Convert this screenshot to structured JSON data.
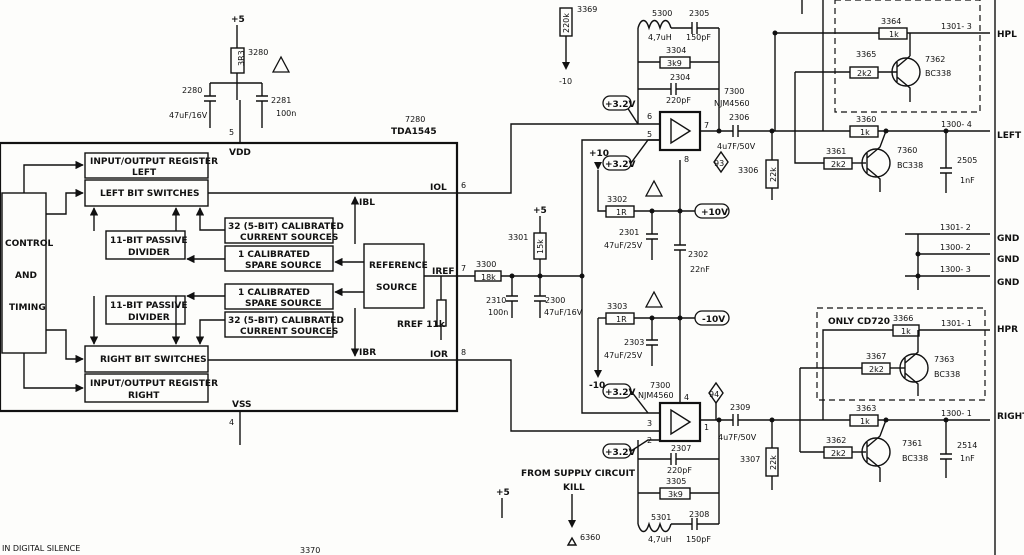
{
  "ic": {
    "ref": "7280",
    "part": "TDA1545",
    "vdd": "VDD",
    "vss": "VSS",
    "pin_vdd": "5",
    "pin_vss": "4",
    "pin_iol": "6",
    "pin_iref": "7",
    "pin_ior": "8",
    "iol": "IOL",
    "ior": "IOR",
    "iref": "IREF",
    "ibl": "IBL",
    "ibr": "IBR",
    "rref": "RREF 11k",
    "control": [
      "CONTROL",
      "AND",
      "TIMING"
    ],
    "io_left": [
      "INPUT/OUTPUT REGISTER",
      "LEFT"
    ],
    "left_bits": "LEFT BIT SWITCHES",
    "divider_top": [
      "11-BIT PASSIVE",
      "DIVIDER"
    ],
    "divider_bot": [
      "11-BIT PASSIVE",
      "DIVIDER"
    ],
    "cal_top": [
      "32 (5-BIT) CALIBRATED",
      "CURRENT SOURCES"
    ],
    "spare_top": [
      "1 CALIBRATED",
      "SPARE SOURCE"
    ],
    "reference": [
      "REFERENCE",
      "SOURCE"
    ],
    "spare_bot": [
      "1 CALIBRATED",
      "SPARE SOURCE"
    ],
    "cal_bot": [
      "32 (5-BIT) CALIBRATED",
      "CURRENT SOURCES"
    ],
    "right_bits": "RIGHT BIT SWITCHES",
    "io_right": [
      "INPUT/OUTPUT REGISTER",
      "RIGHT"
    ]
  },
  "supply": {
    "plus5": "+5",
    "r3280": "3280",
    "r3280_val": "3R3",
    "c2280": "2280",
    "c2280_val": "47uF/16V",
    "c2281": "2281",
    "c2281_val": "100n",
    "plus10": "+10",
    "minus10": "-10",
    "r3369": "3369",
    "r3369_val": "220k",
    "minus10_top": "-10"
  },
  "iref_net": {
    "r3300": "3300",
    "r3300_val": "18k",
    "plus5": "+5",
    "r3301": "3301",
    "r3301_val": "15k",
    "c2310": "2310",
    "c2310_val": "100n",
    "c2300": "2300",
    "c2300_val": "47uF/16V"
  },
  "rails": {
    "r3302": "3302",
    "r3302_val": "1R",
    "c2301": "2301",
    "c2301_val": "47uF/25V",
    "plus10v": "+10V",
    "c2302": "2302",
    "c2302_val": "22nF",
    "r3303": "3303",
    "r3303_val": "1R",
    "c2303": "2303",
    "c2303_val": "47uF/25V",
    "minus10v": "-10V"
  },
  "left_amp": {
    "l5300": "5300",
    "l5300_val": "4,7uH",
    "c2305": "2305",
    "c2305_val": "150pF",
    "r3304": "3304",
    "r3304_val": "3k9",
    "c2304": "2304",
    "c2304_val": "220pF",
    "ref": "7300",
    "part": "NJM4560",
    "pin6": "6",
    "pin5": "5",
    "pin7": "7",
    "pin8": "8",
    "ref32": "+3.2V",
    "ref32b": "+3.2V",
    "node93": "93",
    "c2306": "2306",
    "c2306_val": "4u7F/50V",
    "r3306": "3306",
    "r3306_val": "22k"
  },
  "right_amp": {
    "ref": "7300",
    "part": "NJM4560",
    "pin4": "4",
    "pin3": "3",
    "pin2": "2",
    "pin1": "1",
    "ref32": "+3.2V",
    "ref32b": "+3.2V",
    "node94": "94",
    "c2307": "2307",
    "c2307_val": "220pF",
    "r3305": "3305",
    "r3305_val": "3k9",
    "l5301": "5301",
    "l5301_val": "4,7uH",
    "c2308": "2308",
    "c2308_val": "150pF",
    "c2309": "2309",
    "c2309_val": "4u7F/50V",
    "r3307": "3307",
    "r3307_val": "22k",
    "supply_note": "FROM SUPPLY CIRCUIT",
    "kill": "KILL",
    "plus5": "+5",
    "d6360": "6360",
    "r3370": "3370",
    "silence": "IN DIGITAL SILENCE"
  },
  "outputs": {
    "r3364": "3364",
    "r3364_val": "1k",
    "hpl_conn": "1301- 3",
    "hpl": "HPL",
    "r3365": "3365",
    "r3365_val": "2k2",
    "t7362": "7362",
    "t7362_part": "BC338",
    "r3360": "3360",
    "r3360_val": "1k",
    "left_conn": "1300- 4",
    "left": "LEFT",
    "r3361": "3361",
    "r3361_val": "2k2",
    "t7360": "7360",
    "t7360_part": "BC338",
    "c2505": "2505",
    "c2505_val": "1nF",
    "gnd1_conn": "1301- 2",
    "gnd2_conn": "1300- 2",
    "gnd3_conn": "1300- 3",
    "gnd": "GND",
    "only_cd720": "ONLY CD720",
    "r3366": "3366",
    "r3366_val": "1k",
    "hpr_conn": "1301- 1",
    "hpr": "HPR",
    "r3367": "3367",
    "r3367_val": "2k2",
    "t7363": "7363",
    "t7363_part": "BC338",
    "r3363": "3363",
    "r3363_val": "1k",
    "right_conn": "1300- 1",
    "right": "RIGHT",
    "r3362": "3362",
    "r3362_val": "2k2",
    "t7361": "7361",
    "t7361_part": "BC338",
    "c2514": "2514",
    "c2514_val": "1nF"
  }
}
